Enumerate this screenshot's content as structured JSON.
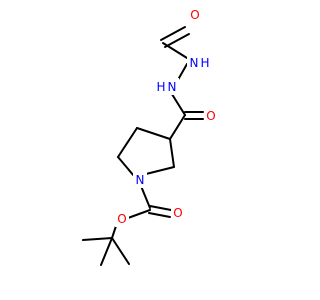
{
  "molecule": {
    "atoms": {
      "o_formyl": {
        "symbol": "O",
        "color": "#ff0000"
      },
      "n_hydrazide_outer": {
        "symbol": "N",
        "color": "#0000ff"
      },
      "h_hydrazide_outer": {
        "symbol": "H",
        "color": "#0000ff"
      },
      "n_hydrazide_inner": {
        "symbol": "N",
        "color": "#0000ff"
      },
      "h_hydrazide_inner": {
        "symbol": "H",
        "color": "#0000ff"
      },
      "o_amide": {
        "symbol": "O",
        "color": "#ff0000"
      },
      "n_ring": {
        "symbol": "N",
        "color": "#0000ff"
      },
      "o_carbamate_carbonyl": {
        "symbol": "O",
        "color": "#ff0000"
      },
      "o_carbamate_ester": {
        "symbol": "O",
        "color": "#ff0000"
      }
    }
  }
}
